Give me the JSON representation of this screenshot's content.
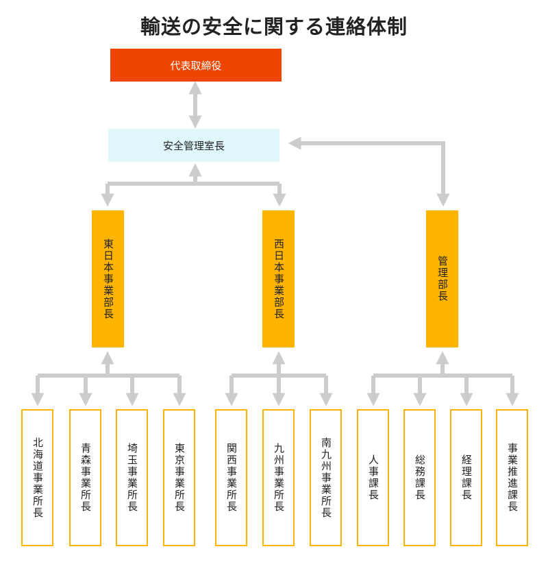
{
  "title": "輸送の安全に関する連絡体制",
  "colors": {
    "ceo": "#ee4500",
    "safety_manager": "#dff6fb",
    "division": "#ffb400",
    "office_border": "#ffb400",
    "connector": "#cccccc"
  },
  "ceo": "代表取締役",
  "safety_manager": "安全管理室長",
  "divisions": [
    {
      "label": "東日本事業部長"
    },
    {
      "label": "西日本事業部長"
    },
    {
      "label": "管理部長"
    }
  ],
  "offices": [
    {
      "label": "北海道事業所長"
    },
    {
      "label": "青森事業所長"
    },
    {
      "label": "埼玉事業所長"
    },
    {
      "label": "東京事業所長"
    },
    {
      "label": "関西事業所長"
    },
    {
      "label": "九州事業所長"
    },
    {
      "label": "南九州事業所長"
    },
    {
      "label": "人事課長"
    },
    {
      "label": "総務課長"
    },
    {
      "label": "経理課長"
    },
    {
      "label": "事業推進課長"
    }
  ]
}
